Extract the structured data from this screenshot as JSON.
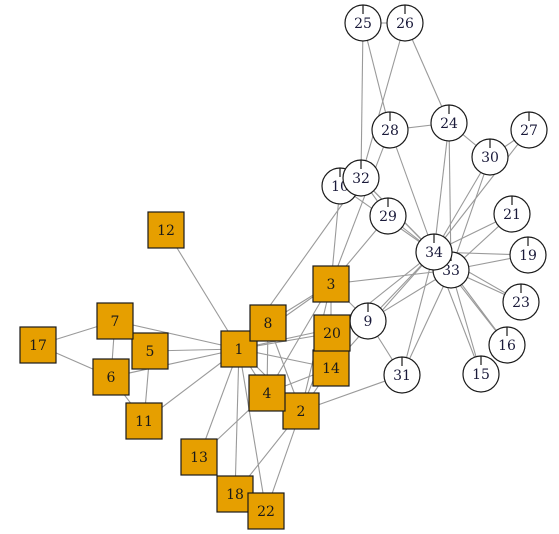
{
  "colors": {
    "square_fill": "#e69f00",
    "circle_fill": "#ffffff",
    "edge": "#9a9a9a",
    "stroke": "#1a1a1a"
  },
  "nodes": [
    {
      "id": "1",
      "label": "1",
      "shape": "square"
    },
    {
      "id": "2",
      "label": "2",
      "shape": "square"
    },
    {
      "id": "3",
      "label": "3",
      "shape": "square"
    },
    {
      "id": "4",
      "label": "4",
      "shape": "square"
    },
    {
      "id": "5",
      "label": "5",
      "shape": "square"
    },
    {
      "id": "6",
      "label": "6",
      "shape": "square"
    },
    {
      "id": "7",
      "label": "7",
      "shape": "square"
    },
    {
      "id": "8",
      "label": "8",
      "shape": "square"
    },
    {
      "id": "9",
      "label": "9",
      "shape": "circle"
    },
    {
      "id": "10",
      "label": "10",
      "shape": "circle"
    },
    {
      "id": "11",
      "label": "11",
      "shape": "square"
    },
    {
      "id": "12",
      "label": "12",
      "shape": "square"
    },
    {
      "id": "13",
      "label": "13",
      "shape": "square"
    },
    {
      "id": "14",
      "label": "14",
      "shape": "square"
    },
    {
      "id": "15",
      "label": "15",
      "shape": "circle"
    },
    {
      "id": "16",
      "label": "16",
      "shape": "circle"
    },
    {
      "id": "17",
      "label": "17",
      "shape": "square"
    },
    {
      "id": "18",
      "label": "18",
      "shape": "square"
    },
    {
      "id": "19",
      "label": "19",
      "shape": "circle"
    },
    {
      "id": "20",
      "label": "20",
      "shape": "square"
    },
    {
      "id": "21",
      "label": "21",
      "shape": "circle"
    },
    {
      "id": "22",
      "label": "22",
      "shape": "square"
    },
    {
      "id": "23",
      "label": "23",
      "shape": "circle"
    },
    {
      "id": "24",
      "label": "24",
      "shape": "circle"
    },
    {
      "id": "25",
      "label": "25",
      "shape": "circle"
    },
    {
      "id": "26",
      "label": "26",
      "shape": "circle"
    },
    {
      "id": "27",
      "label": "27",
      "shape": "circle"
    },
    {
      "id": "28",
      "label": "28",
      "shape": "circle"
    },
    {
      "id": "29",
      "label": "29",
      "shape": "circle"
    },
    {
      "id": "30",
      "label": "30",
      "shape": "circle"
    },
    {
      "id": "31",
      "label": "31",
      "shape": "circle"
    },
    {
      "id": "32",
      "label": "32",
      "shape": "circle"
    },
    {
      "id": "33",
      "label": "33",
      "shape": "circle"
    },
    {
      "id": "34",
      "label": "34",
      "shape": "circle"
    }
  ],
  "edges": [
    [
      "1",
      "2"
    ],
    [
      "1",
      "3"
    ],
    [
      "1",
      "4"
    ],
    [
      "1",
      "5"
    ],
    [
      "1",
      "6"
    ],
    [
      "1",
      "7"
    ],
    [
      "1",
      "8"
    ],
    [
      "1",
      "9"
    ],
    [
      "1",
      "11"
    ],
    [
      "1",
      "12"
    ],
    [
      "1",
      "13"
    ],
    [
      "1",
      "14"
    ],
    [
      "1",
      "18"
    ],
    [
      "1",
      "20"
    ],
    [
      "1",
      "22"
    ],
    [
      "1",
      "32"
    ],
    [
      "2",
      "3"
    ],
    [
      "2",
      "4"
    ],
    [
      "2",
      "8"
    ],
    [
      "2",
      "14"
    ],
    [
      "2",
      "18"
    ],
    [
      "2",
      "20"
    ],
    [
      "2",
      "22"
    ],
    [
      "2",
      "31"
    ],
    [
      "3",
      "4"
    ],
    [
      "3",
      "8"
    ],
    [
      "3",
      "9"
    ],
    [
      "3",
      "10"
    ],
    [
      "3",
      "14"
    ],
    [
      "3",
      "28"
    ],
    [
      "3",
      "29"
    ],
    [
      "3",
      "33"
    ],
    [
      "4",
      "8"
    ],
    [
      "4",
      "13"
    ],
    [
      "4",
      "14"
    ],
    [
      "5",
      "7"
    ],
    [
      "5",
      "11"
    ],
    [
      "6",
      "7"
    ],
    [
      "6",
      "11"
    ],
    [
      "6",
      "17"
    ],
    [
      "7",
      "17"
    ],
    [
      "9",
      "31"
    ],
    [
      "9",
      "33"
    ],
    [
      "9",
      "34"
    ],
    [
      "10",
      "34"
    ],
    [
      "14",
      "34"
    ],
    [
      "15",
      "33"
    ],
    [
      "15",
      "34"
    ],
    [
      "16",
      "33"
    ],
    [
      "16",
      "34"
    ],
    [
      "19",
      "33"
    ],
    [
      "19",
      "34"
    ],
    [
      "20",
      "34"
    ],
    [
      "21",
      "33"
    ],
    [
      "21",
      "34"
    ],
    [
      "23",
      "33"
    ],
    [
      "23",
      "34"
    ],
    [
      "24",
      "26"
    ],
    [
      "24",
      "28"
    ],
    [
      "24",
      "30"
    ],
    [
      "24",
      "33"
    ],
    [
      "24",
      "34"
    ],
    [
      "25",
      "26"
    ],
    [
      "25",
      "28"
    ],
    [
      "25",
      "32"
    ],
    [
      "26",
      "32"
    ],
    [
      "27",
      "30"
    ],
    [
      "27",
      "34"
    ],
    [
      "28",
      "34"
    ],
    [
      "29",
      "32"
    ],
    [
      "29",
      "34"
    ],
    [
      "30",
      "33"
    ],
    [
      "30",
      "34"
    ],
    [
      "31",
      "33"
    ],
    [
      "31",
      "34"
    ],
    [
      "32",
      "33"
    ],
    [
      "32",
      "34"
    ],
    [
      "33",
      "34"
    ]
  ]
}
